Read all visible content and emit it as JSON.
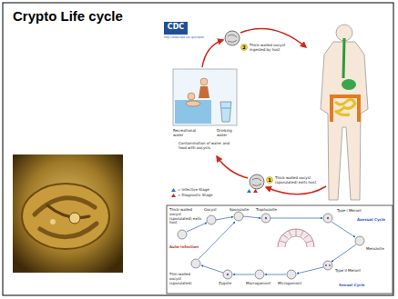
{
  "diagram": {
    "title": "Crypto Life cycle",
    "labels": [
      "CDC",
      "http://www.dpd.cdc.gov/dpdx",
      "2",
      "Thick-walled oocyst ingested by host",
      "Recreational water",
      "Drinking water",
      "Contamination of water and food with oocysts",
      "1",
      "Thick-walled oocyst (sporulated) exits host",
      "Thick-walled oocyst (sporulated) exits host",
      "Oocyst",
      "Sporozoite",
      "Trophozoite",
      "Type I Meront",
      "Asexual Cycle",
      "Merozoite",
      "Type II Meront",
      "Sexual Cycle",
      "Microgamont",
      "Macrogamont",
      "Zygote",
      "Thin-walled oocyst (sporulated)",
      "Auto-infection"
    ],
    "legend": [
      {
        "text": "= Infective Stage"
      },
      {
        "text": "= Diagnostic Stage"
      }
    ]
  }
}
